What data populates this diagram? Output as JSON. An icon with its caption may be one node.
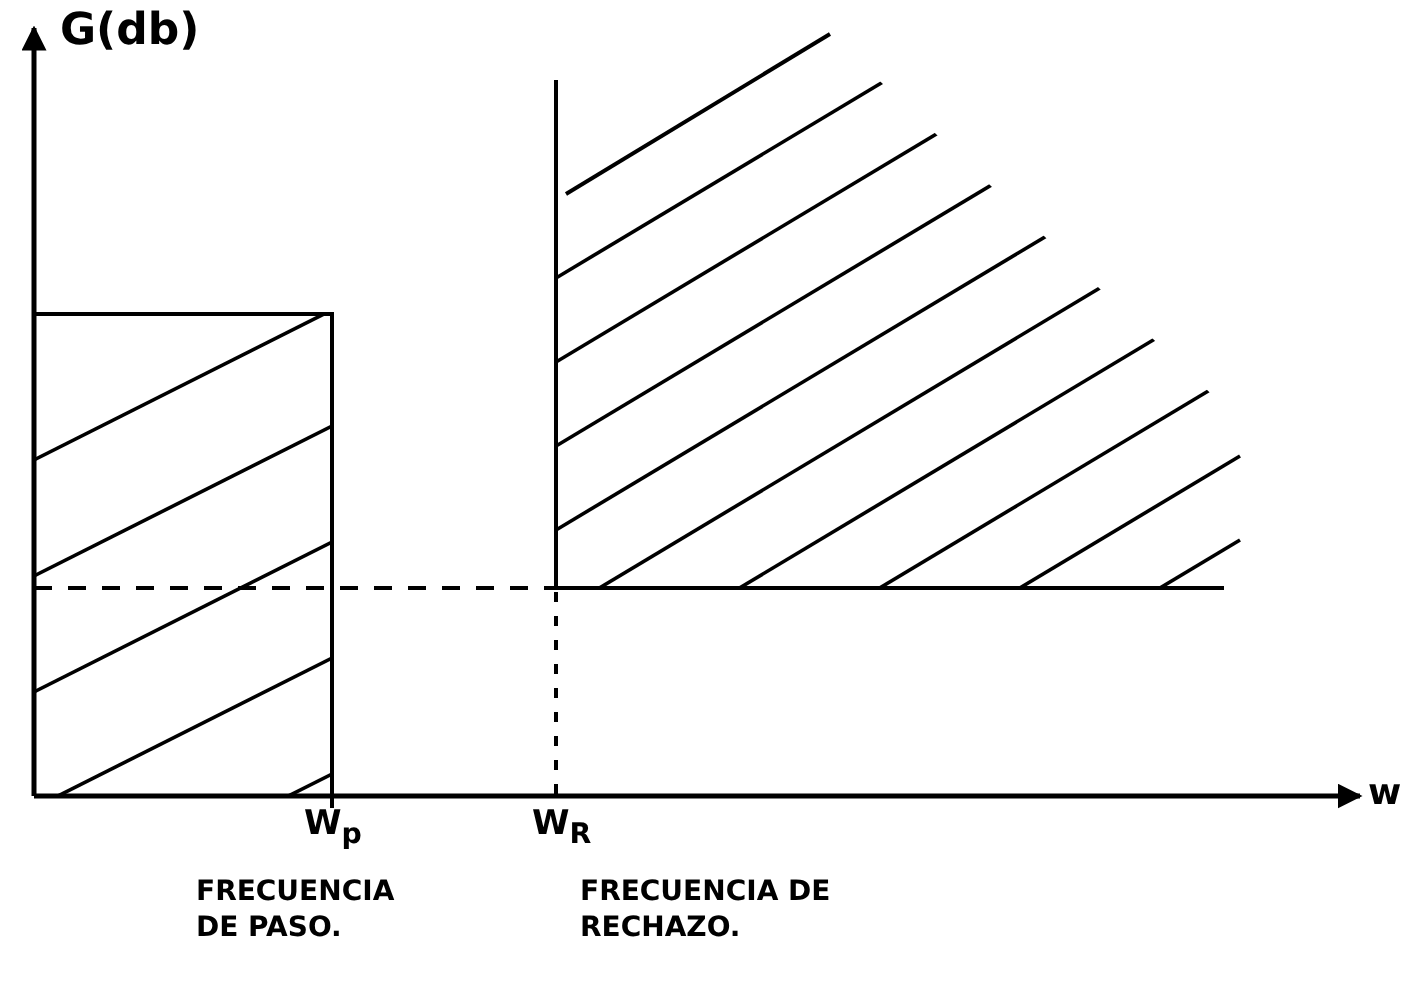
{
  "diagram": {
    "labels": [
      "G(db)",
      "w",
      "W$_{p}$",
      "W$_{R}$",
      "FRECUENCIA DE PASO.",
      "FRECUENCIA DE RECHAZO."
    ]
  }
}
